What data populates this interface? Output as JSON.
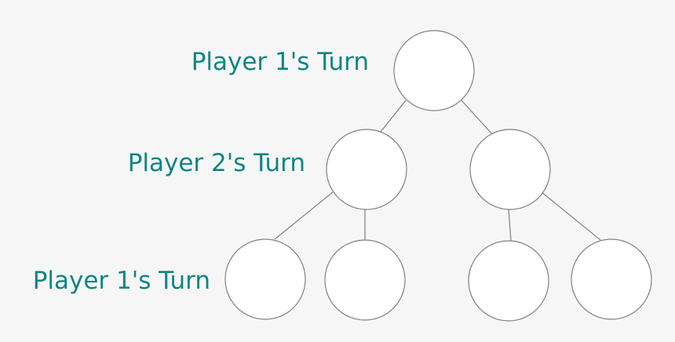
{
  "levels": [
    {
      "label": "Player 1's Turn"
    },
    {
      "label": "Player 2's Turn"
    },
    {
      "label": "Player 1's Turn"
    }
  ],
  "colors": {
    "background": "#f6f6f6",
    "label_text": "#0e8585",
    "node_fill": "#ffffff",
    "node_stroke": "#808080",
    "edge": "#808080"
  },
  "tree": {
    "root": {
      "children": [
        {
          "children": [
            {},
            {}
          ]
        },
        {
          "children": [
            {},
            {}
          ]
        }
      ]
    }
  }
}
